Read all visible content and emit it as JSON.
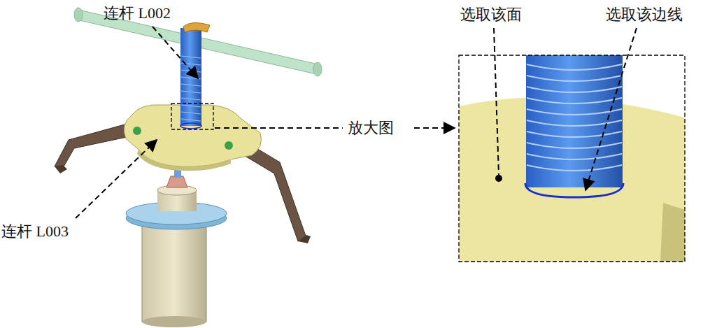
{
  "diagram": {
    "labels": [
      "连杆 L002",
      "选取该面",
      "选取该边线",
      "放大图",
      "连杆 L003"
    ]
  }
}
